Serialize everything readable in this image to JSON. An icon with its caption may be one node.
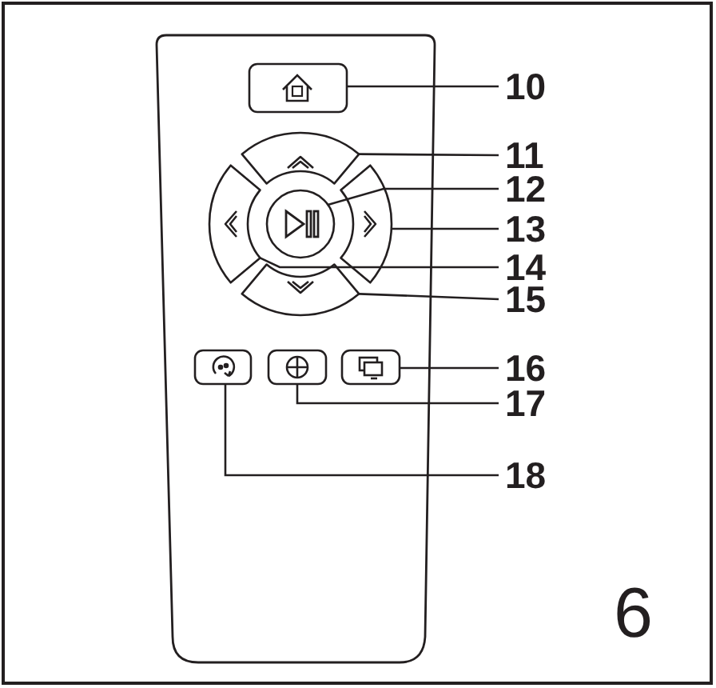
{
  "diagram": {
    "nodes": [
      {
        "text": [
          "10"
        ]
      },
      {
        "text": [
          "11"
        ]
      },
      {
        "text": [
          "12"
        ]
      },
      {
        "text": [
          "13"
        ]
      },
      {
        "text": [
          "14"
        ]
      },
      {
        "text": [
          "15"
        ]
      },
      {
        "text": [
          "16"
        ]
      },
      {
        "text": [
          "17"
        ]
      },
      {
        "text": [
          "18"
        ]
      },
      {
        "text": [],
        "shape": "box"
      },
      {
        "text": [],
        "shape": "arc"
      },
      {
        "text": [],
        "shape": "circle"
      },
      {
        "text": [],
        "shape": "arc"
      },
      {
        "text": [],
        "shape": "arc"
      },
      {
        "text": [],
        "shape": "arc"
      },
      {
        "text": [],
        "shape": "box"
      },
      {
        "text": [],
        "shape": "box"
      },
      {
        "text": [],
        "shape": "box"
      }
    ],
    "edges": [
      {
        "from": 0,
        "to": 9,
        "arrow": "none"
      },
      {
        "from": 1,
        "to": 10,
        "arrow": "none"
      },
      {
        "from": 2,
        "to": 11,
        "arrow": "none"
      },
      {
        "from": 3,
        "to": 12,
        "arrow": "none"
      },
      {
        "from": 4,
        "to": 13,
        "arrow": "none"
      },
      {
        "from": 5,
        "to": 14,
        "arrow": "none"
      },
      {
        "from": 6,
        "to": 15,
        "arrow": "none"
      },
      {
        "from": 7,
        "to": 16,
        "arrow": "none"
      },
      {
        "from": 8,
        "to": 17,
        "arrow": "none"
      }
    ],
    "labels": [
      "6"
    ]
  }
}
